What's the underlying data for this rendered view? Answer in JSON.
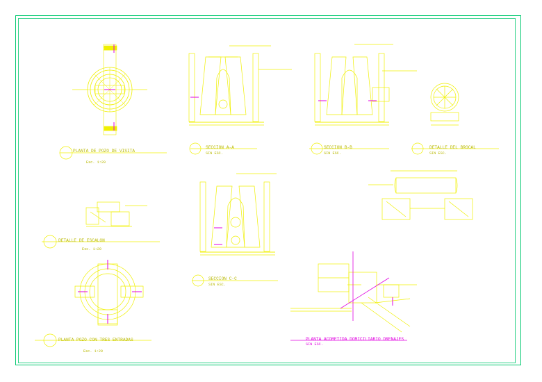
{
  "drawing": {
    "colors": {
      "frame": "#00c86e",
      "line": "#f0f000",
      "text": "#b8b800",
      "accent": "#e000e0"
    },
    "views": [
      {
        "title": "PLANTA  DE POZO DE VISITA",
        "scale": "Esc. 1:20"
      },
      {
        "title": "SECCION A-A",
        "scale": "SIN ESC."
      },
      {
        "title": "SECCION B-B",
        "scale": "SIN ESC."
      },
      {
        "title": "DETALLE DEL BROCAL",
        "scale": "SIN ESC."
      },
      {
        "title": "DETALLE DE ESCALON",
        "scale": "Esc. 1:20"
      },
      {
        "title": "SECCION C-C",
        "scale": "SIN ESC."
      },
      {
        "title": "PLANTA POZO CON TRES ENTRADAS",
        "scale": "Esc. 1:20"
      },
      {
        "title": "PLANTA   ACOMETIDA DOMICILIARIO DRENAJES",
        "scale": "SIN ESC."
      }
    ]
  }
}
